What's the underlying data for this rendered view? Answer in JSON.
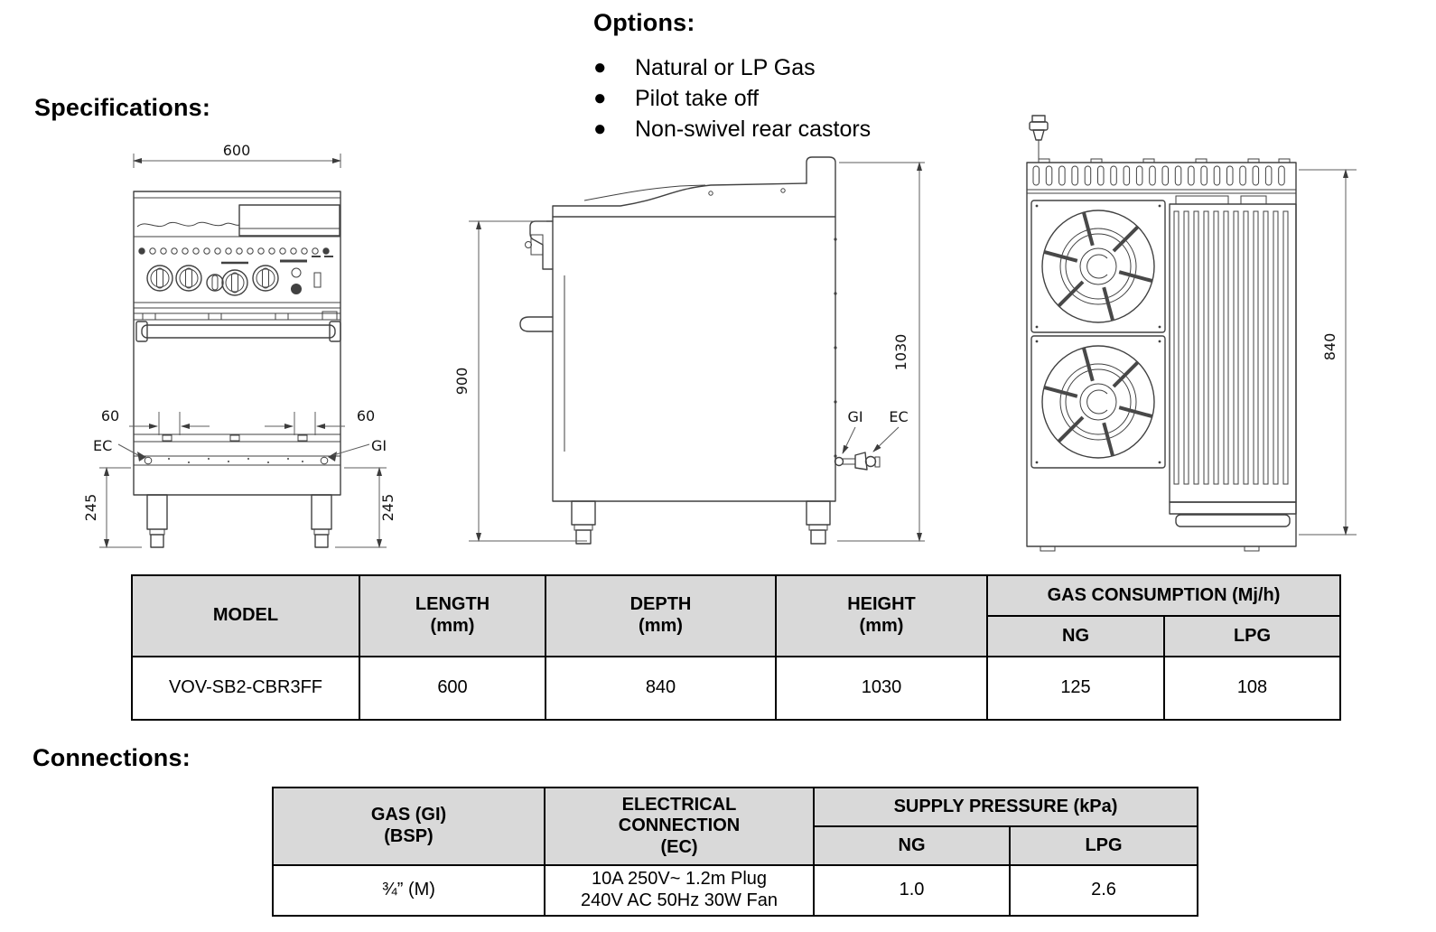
{
  "headings": {
    "specifications": "Specifications:",
    "options": "Options:",
    "connections": "Connections:"
  },
  "options": {
    "items": [
      "Natural or LP Gas",
      "Pilot take off",
      "Non-swivel rear castors"
    ]
  },
  "drawings": {
    "front": {
      "width": "600",
      "offset_left": "60",
      "offset_right": "60",
      "ec": "EC",
      "gi": "GI",
      "leg_left": "245",
      "leg_right": "245"
    },
    "side": {
      "height_front": "900",
      "height_total": "1030",
      "gi": "GI",
      "ec": "EC"
    },
    "top": {
      "depth": "840"
    }
  },
  "spec_table": {
    "headers": {
      "model": "MODEL",
      "length": "LENGTH",
      "length_unit": "(mm)",
      "depth": "DEPTH",
      "depth_unit": "(mm)",
      "height": "HEIGHT",
      "height_unit": "(mm)",
      "gas": "GAS CONSUMPTION (Mj/h)",
      "ng": "NG",
      "lpg": "LPG"
    },
    "row": {
      "model": "VOV-SB2-CBR3FF",
      "length": "600",
      "depth": "840",
      "height": "1030",
      "ng": "125",
      "lpg": "108"
    }
  },
  "conn_table": {
    "headers": {
      "gas_line1": "GAS (GI)",
      "gas_line2": "(BSP)",
      "elec_line1": "ELECTRICAL",
      "elec_line2": "CONNECTION",
      "elec_line3": "(EC)",
      "supply": "SUPPLY PRESSURE (kPa)",
      "ng": "NG",
      "lpg": "LPG"
    },
    "row": {
      "gas": "¾” (M)",
      "elec_line1": "10A 250V~ 1.2m Plug",
      "elec_line2": "240V AC 50Hz 30W Fan",
      "ng": "1.0",
      "lpg": "2.6"
    }
  },
  "colors": {
    "table_header_bg": "#d9d9d9",
    "table_border": "#000000",
    "drawing_line": "#414141"
  }
}
